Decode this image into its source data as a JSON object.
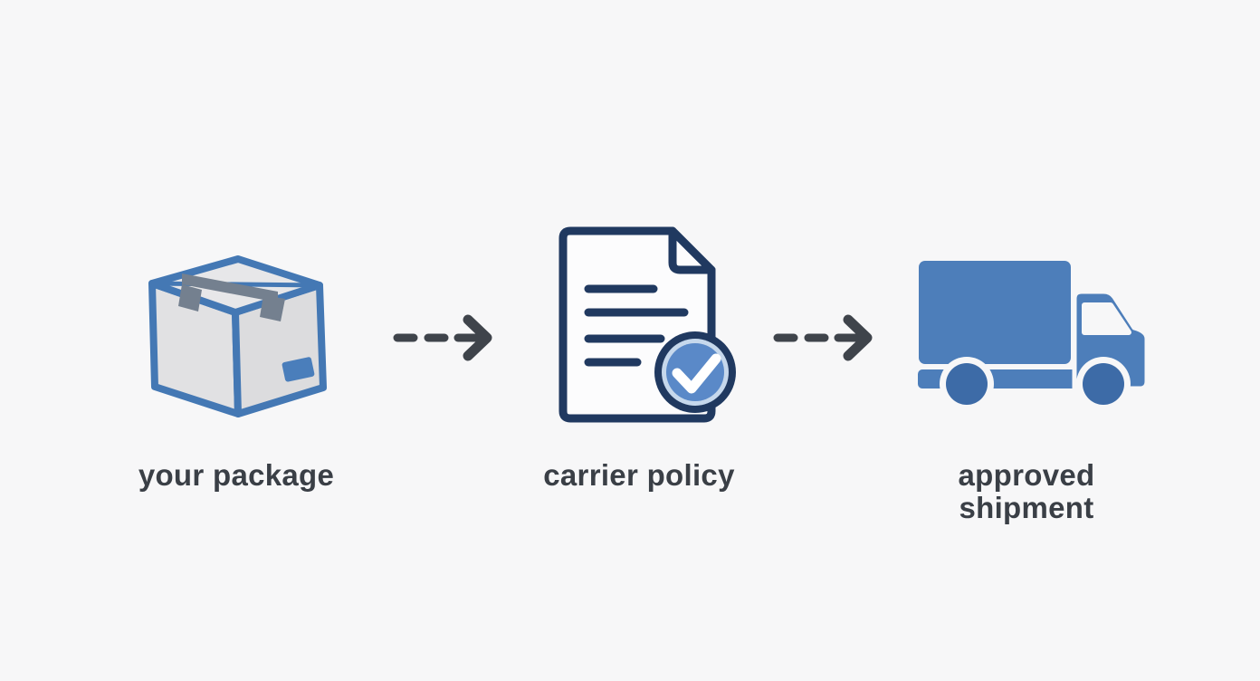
{
  "diagram": {
    "title": "",
    "steps": [
      {
        "label": "your package",
        "icon": "package-box"
      },
      {
        "label": "carrier policy",
        "icon": "document-checkmark"
      },
      {
        "label": "approved shipment",
        "icon": "delivery-truck"
      }
    ],
    "connectors": [
      {
        "icon": "dashed-arrow-right"
      },
      {
        "icon": "dashed-arrow-right"
      }
    ]
  },
  "colors": {
    "bg": "#f7f7f8",
    "ink": "#3a3f46",
    "arrow": "#3f444b",
    "boxStroke": "#4478b4",
    "boxTop": "#e7e7e9",
    "boxLeft": "#e1e1e3",
    "boxRight": "#dcdcde",
    "tape": "#74808f",
    "labelBlue": "#4a7ebb",
    "navy": "#203960",
    "paper": "#fcfcfd",
    "badgeRing": "#c6d8ec",
    "badgeFill": "#5a89c8",
    "check": "#ffffff",
    "truck": "#4d7eba",
    "wheel": "#3d6ba7"
  }
}
